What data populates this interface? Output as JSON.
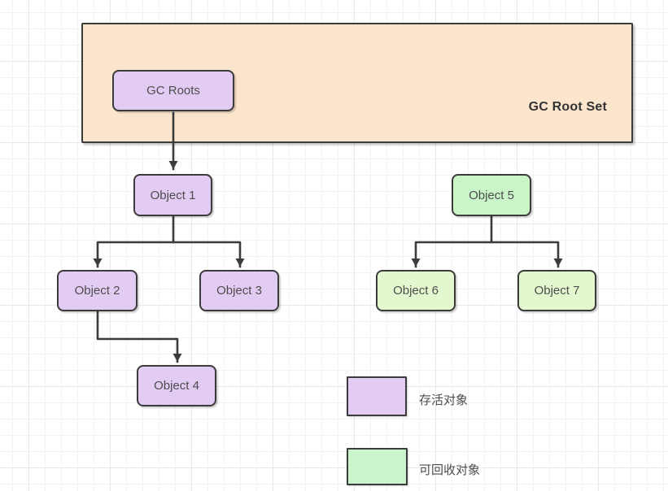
{
  "diagram": {
    "root_set": {
      "title": "GC Root Set"
    },
    "nodes": {
      "gc_roots": {
        "label": "GC Roots"
      },
      "object_1": {
        "label": "Object 1"
      },
      "object_2": {
        "label": "Object 2"
      },
      "object_3": {
        "label": "Object 3"
      },
      "object_4": {
        "label": "Object 4"
      },
      "object_5": {
        "label": "Object 5"
      },
      "object_6": {
        "label": "Object 6"
      },
      "object_7": {
        "label": "Object 7"
      }
    },
    "edges": [
      {
        "from": "gc_roots",
        "to": "object_1"
      },
      {
        "from": "object_1",
        "to": "object_2"
      },
      {
        "from": "object_1",
        "to": "object_3"
      },
      {
        "from": "object_2",
        "to": "object_4"
      },
      {
        "from": "object_5",
        "to": "object_6"
      },
      {
        "from": "object_5",
        "to": "object_7"
      }
    ],
    "legend": {
      "alive": {
        "label": "存活对象",
        "color": "#e3ccf4"
      },
      "recyclable": {
        "label": "可回收对象",
        "color": "#caf5cb"
      }
    },
    "colors": {
      "root_set_fill": "#fce5cd",
      "purple_fill": "#e3ccf4",
      "mint_fill": "#c9f5c9",
      "pale_green_fill": "#e4f8d0",
      "legend_green_fill": "#caf5cb",
      "stroke": "#3b3b3b",
      "text": "#4d4d4d",
      "grid_minor": "#f3f3f3",
      "grid_major": "#e9e9e9"
    }
  }
}
